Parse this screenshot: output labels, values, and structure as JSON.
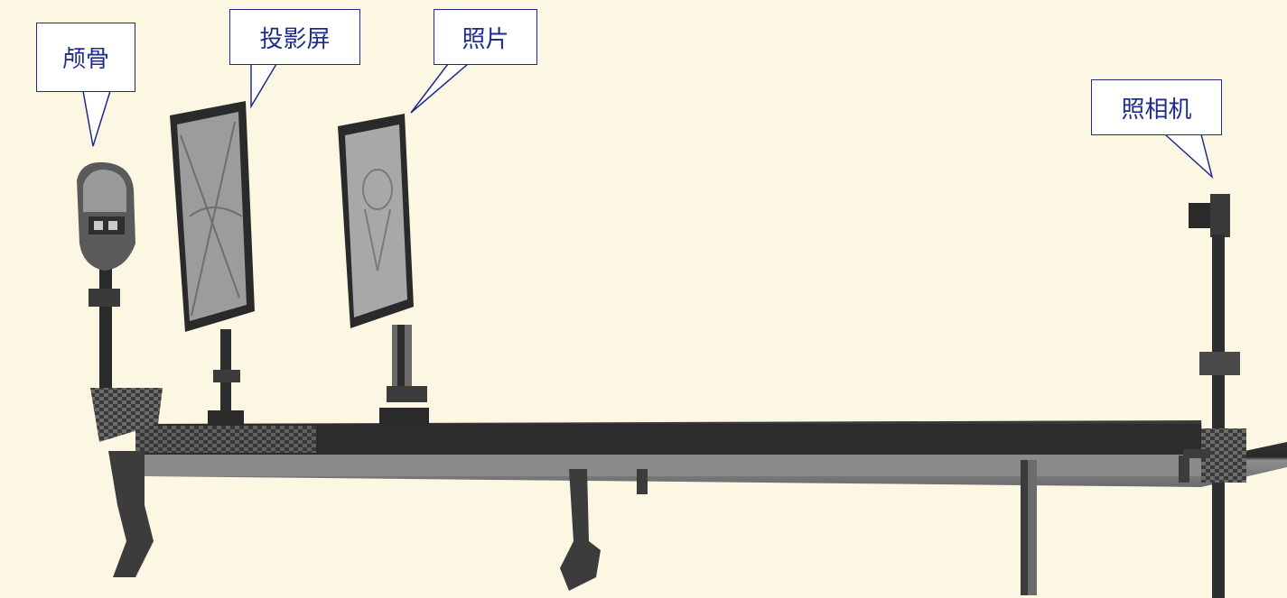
{
  "labels": {
    "skull": "颅骨",
    "screen": "投影屏",
    "photo": "照片",
    "camera": "照相机"
  },
  "colors": {
    "background": "#fbf7e3",
    "callout_border": "#1f2a8c",
    "callout_text": "#1f2a8c",
    "rail": "#2e2e2e"
  }
}
